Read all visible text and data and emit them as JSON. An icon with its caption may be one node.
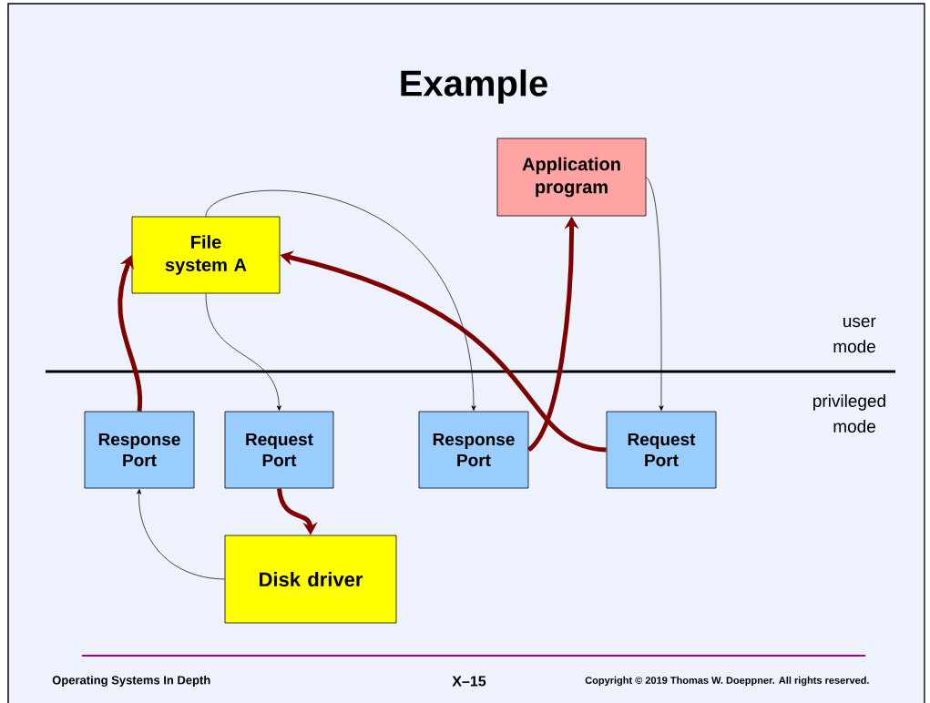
{
  "diagram": {
    "title": "Example",
    "nodes": [
      {
        "text": [
          "Application program"
        ]
      },
      {
        "text": [
          "File system A"
        ]
      },
      {
        "text": [
          "Response Port"
        ]
      },
      {
        "text": [
          "Request Port"
        ]
      },
      {
        "text": [
          "Response Port"
        ]
      },
      {
        "text": [
          "Request Port"
        ]
      },
      {
        "text": [
          "Disk driver"
        ]
      }
    ],
    "edges": [
      {
        "from": 2,
        "to": 1,
        "arrow": "to",
        "style": "thick",
        "color": "#800000"
      },
      {
        "from": 5,
        "to": 1,
        "arrow": "to",
        "style": "thick",
        "color": "#800000"
      },
      {
        "from": 4,
        "to": 0,
        "arrow": "to",
        "style": "thick",
        "color": "#800000"
      },
      {
        "from": 3,
        "to": 6,
        "arrow": "to",
        "style": "thick",
        "color": "#800000"
      },
      {
        "from": 1,
        "to": 3,
        "arrow": "to",
        "color": "#000000"
      },
      {
        "from": 1,
        "to": 4,
        "arrow": "to",
        "color": "#000000"
      },
      {
        "from": 0,
        "to": 5,
        "arrow": "to",
        "color": "#000000"
      },
      {
        "from": 6,
        "to": 2,
        "arrow": "to",
        "color": "#000000"
      }
    ],
    "labels": [
      "user mode",
      "privileged mode",
      "Operating Systems In Depth",
      "X–15",
      "Copyright © 2019 Thomas W. Doeppner. All rights reserved."
    ]
  }
}
